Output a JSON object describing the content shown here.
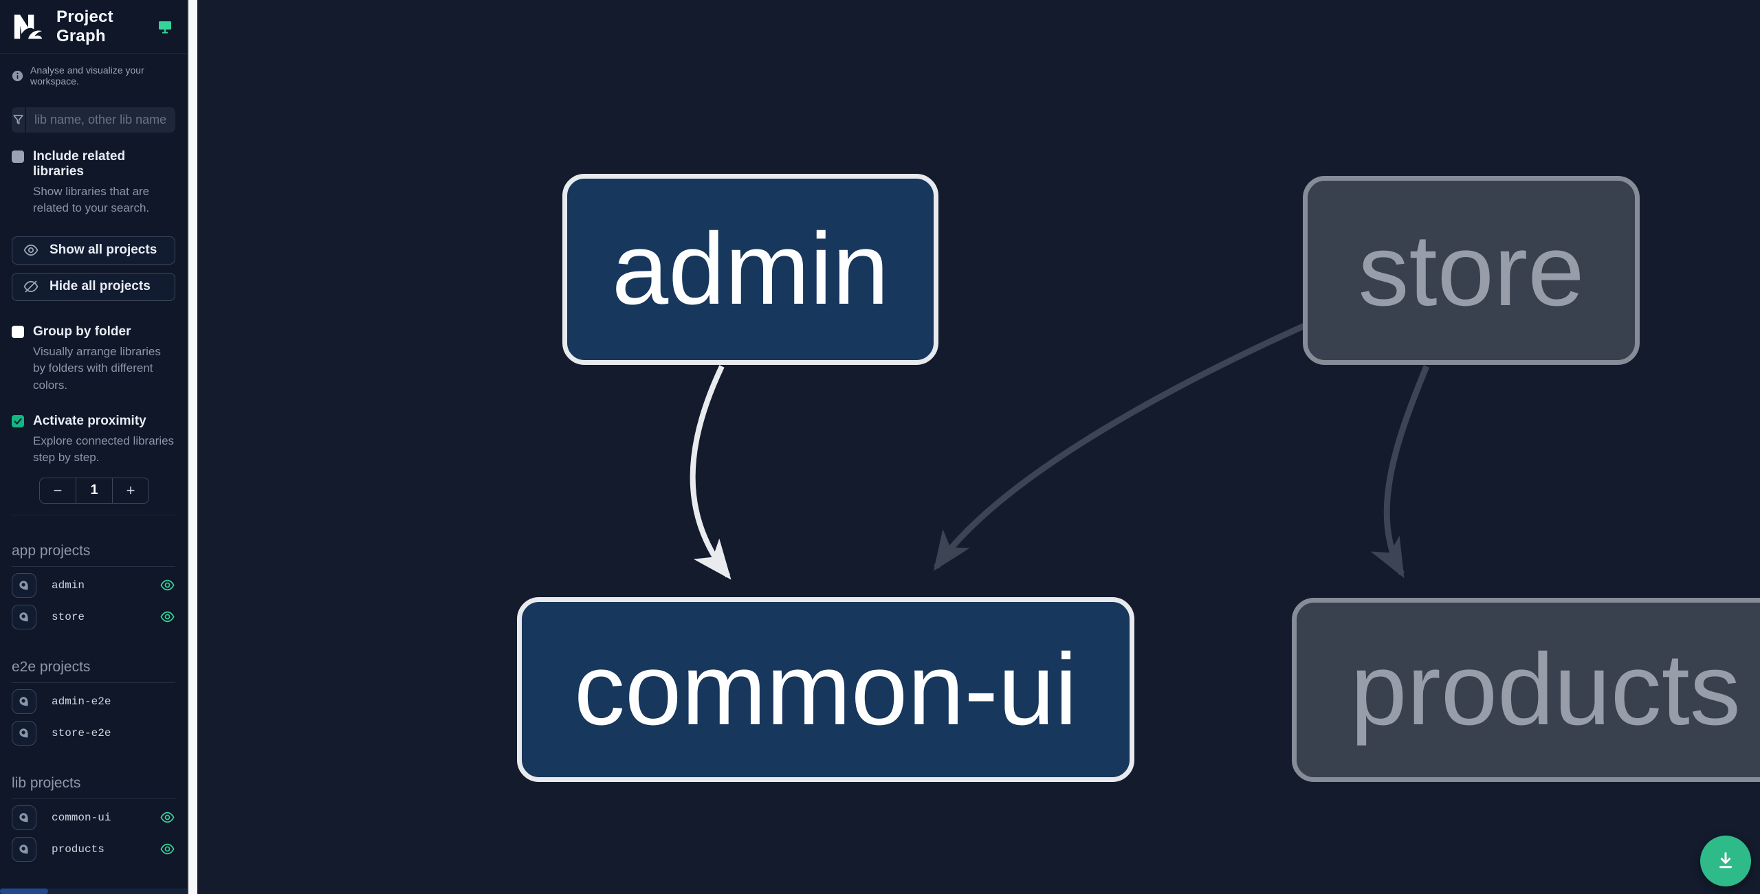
{
  "app": {
    "title": "Project Graph"
  },
  "sidebar": {
    "tagline": "Analyse and visualize your workspace.",
    "filter_placeholder": "lib name, other lib name",
    "include_related": {
      "label": "Include related libraries",
      "description": "Show libraries that are related to your search.",
      "checked": false
    },
    "show_all_label": "Show all projects",
    "hide_all_label": "Hide all projects",
    "group_by_folder": {
      "label": "Group by folder",
      "description": "Visually arrange libraries by folders with different colors.",
      "checked": false
    },
    "activate_proximity": {
      "label": "Activate proximity",
      "description": "Explore connected libraries step by step.",
      "checked": true
    },
    "proximity_stepper": {
      "decrement": "−",
      "value": "1",
      "increment": "+"
    },
    "sections": [
      {
        "title": "app projects",
        "items": [
          {
            "name": "admin",
            "visible": true
          },
          {
            "name": "store",
            "visible": true
          }
        ]
      },
      {
        "title": "e2e projects",
        "items": [
          {
            "name": "admin-e2e",
            "visible": false
          },
          {
            "name": "store-e2e",
            "visible": false
          }
        ]
      },
      {
        "title": "lib projects",
        "items": [
          {
            "name": "common-ui",
            "visible": true
          },
          {
            "name": "products",
            "visible": true
          }
        ]
      }
    ]
  },
  "graph": {
    "nodes": [
      {
        "label": "admin",
        "state": "focused"
      },
      {
        "label": "store",
        "state": "dimmed"
      },
      {
        "label": "common-ui",
        "state": "focused"
      },
      {
        "label": "products",
        "state": "dimmed"
      }
    ],
    "edges": [
      {
        "from": "admin",
        "to": "common-ui",
        "state": "focused"
      },
      {
        "from": "store",
        "to": "common-ui",
        "state": "dimmed"
      },
      {
        "from": "store",
        "to": "products",
        "state": "dimmed"
      }
    ]
  },
  "colors": {
    "accent_teal": "#34d399",
    "checkbox_checked": "#10b981",
    "fab": "#2fba89",
    "node_focused_fill": "#17375c",
    "node_focused_border": "#e8eaee",
    "node_dimmed_fill": "#3a414e",
    "node_dimmed_border": "#868d99",
    "edge_focused": "#e9ebee",
    "edge_dimmed": "#3d4454",
    "sidebar_bg": "#0f1728",
    "canvas_bg": "#131b2d"
  },
  "fab": {
    "icon": "download"
  }
}
